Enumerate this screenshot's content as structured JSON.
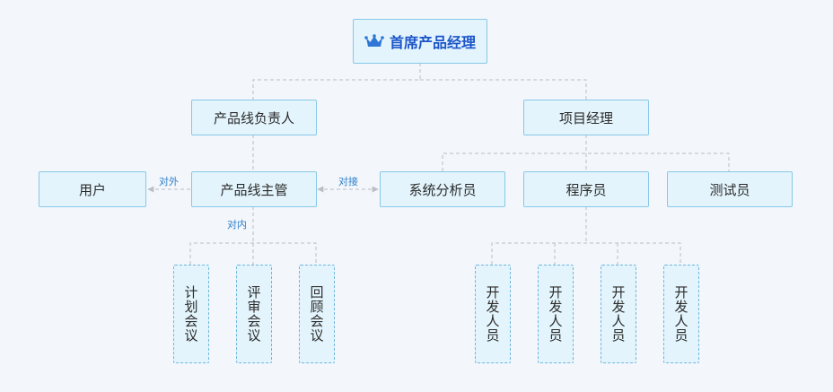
{
  "diagram": {
    "root": "首席产品经理",
    "line_lead": "产品线负责人",
    "project_manager": "项目经理",
    "user": "用户",
    "line_manager": "产品线主管",
    "analyst": "系统分析员",
    "programmer": "程序员",
    "tester": "测试员",
    "meetings": [
      "计划会议",
      "评审会议",
      "回顾会议"
    ],
    "developers": [
      "开发人员",
      "开发人员",
      "开发人员",
      "开发人员"
    ],
    "edge_labels": {
      "external": "对外",
      "interface": "对接",
      "internal": "对内"
    },
    "colors": {
      "node_fill": "#e3f4fc",
      "node_border": "#86c9e8",
      "root_text": "#1c55c9",
      "line": "#b9bec6",
      "label": "#2f7fc9"
    },
    "icons": {
      "root": "crown-icon"
    }
  }
}
